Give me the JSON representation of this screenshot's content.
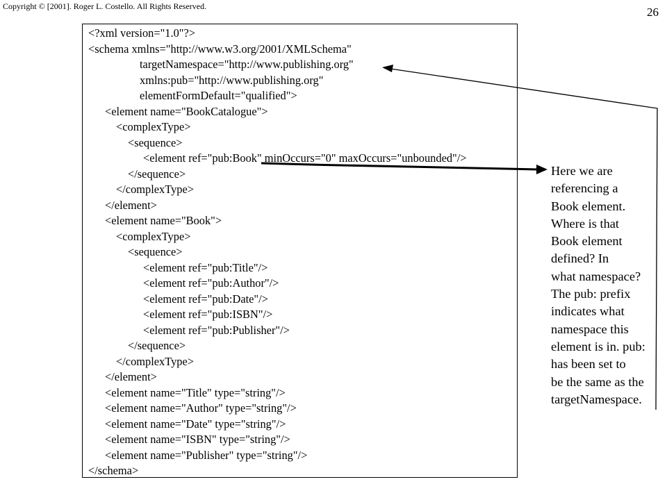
{
  "header": {
    "copyright": "Copyright © [2001]. Roger L. Costello. All Rights Reserved.",
    "page_number": "26"
  },
  "code": {
    "lines": [
      "<?xml version=\"1.0\"?>",
      "<schema xmlns=\"http://www.w3.org/2001/XMLSchema\"",
      "targetNamespace=\"http://www.publishing.org\"",
      "xmlns:pub=\"http://www.publishing.org\"",
      "elementFormDefault=\"qualified\">",
      "<element name=\"BookCatalogue\">",
      "<complexType>",
      "<sequence>",
      "<element ref=\"pub:Book\" minOccurs=\"0\" maxOccurs=\"unbounded\"/>",
      "</sequence>",
      "</complexType>",
      "</element>",
      "<element name=\"Book\">",
      "<complexType>",
      "<sequence>",
      "<element ref=\"pub:Title\"/>",
      "<element ref=\"pub:Author\"/>",
      "<element ref=\"pub:Date\"/>",
      "<element ref=\"pub:ISBN\"/>",
      "<element ref=\"pub:Publisher\"/>",
      "</sequence>",
      "</complexType>",
      "</element>",
      "<element name=\"Title\" type=\"string\"/>",
      "<element name=\"Author\" type=\"string\"/>",
      "<element name=\"Date\" type=\"string\"/>",
      "<element name=\"ISBN\" type=\"string\"/>",
      "<element name=\"Publisher\" type=\"string\"/>",
      "</schema>"
    ]
  },
  "callout": {
    "lines": [
      "Here we are",
      "referencing a",
      "Book element.",
      "Where is that",
      "Book element",
      "defined? In",
      "what namespace?",
      "The pub: prefix",
      "indicates what",
      "namespace this",
      "element is in. pub:",
      "has been set to",
      "be the same as the",
      "targetNamespace."
    ]
  }
}
